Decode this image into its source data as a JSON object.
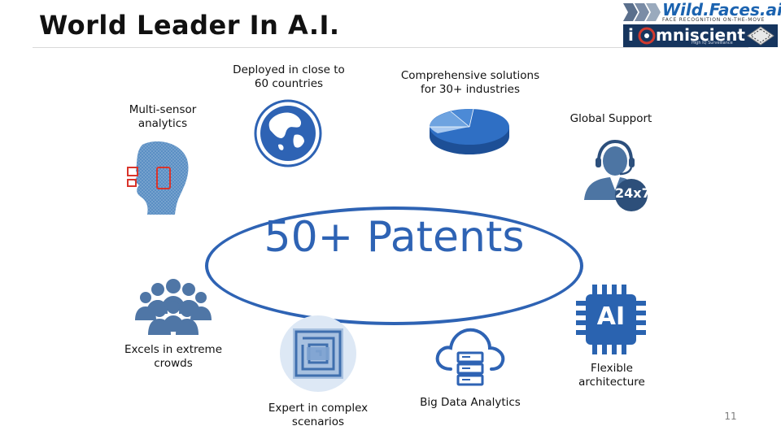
{
  "header": {
    "title": "World Leader In A.I."
  },
  "logos": {
    "wildfaces": {
      "name": "Wild.Faces.ai",
      "tagline": "FACE RECOGNITION ON-THE-MOVE"
    },
    "iomniscient": {
      "name_prefix": "i",
      "name_suffix": "mniscient",
      "tagline": "High IQ Surveillance"
    }
  },
  "center": {
    "label": "50+ Patents"
  },
  "features": {
    "deployed": {
      "line1": "Deployed in close to",
      "line2": "60 countries"
    },
    "solutions": {
      "line1": "Comprehensive solutions",
      "line2": "for 30+ industries"
    },
    "multisensor": {
      "line1": "Multi-sensor",
      "line2": "analytics"
    },
    "support": {
      "line1": "Global Support",
      "badge": "24x7"
    },
    "crowds": {
      "line1": "Excels in extreme",
      "line2": "crowds"
    },
    "complex": {
      "line1": "Expert in complex",
      "line2": "scenarios"
    },
    "bigdata": {
      "line1": "Big Data Analytics"
    },
    "flexible": {
      "line1": "Flexible",
      "line2": "architecture",
      "chip_label": "AI"
    }
  },
  "footer": {
    "page_number": "11"
  },
  "colors": {
    "accent": "#2e63b4",
    "icon_blue": "#3b6ea8"
  }
}
